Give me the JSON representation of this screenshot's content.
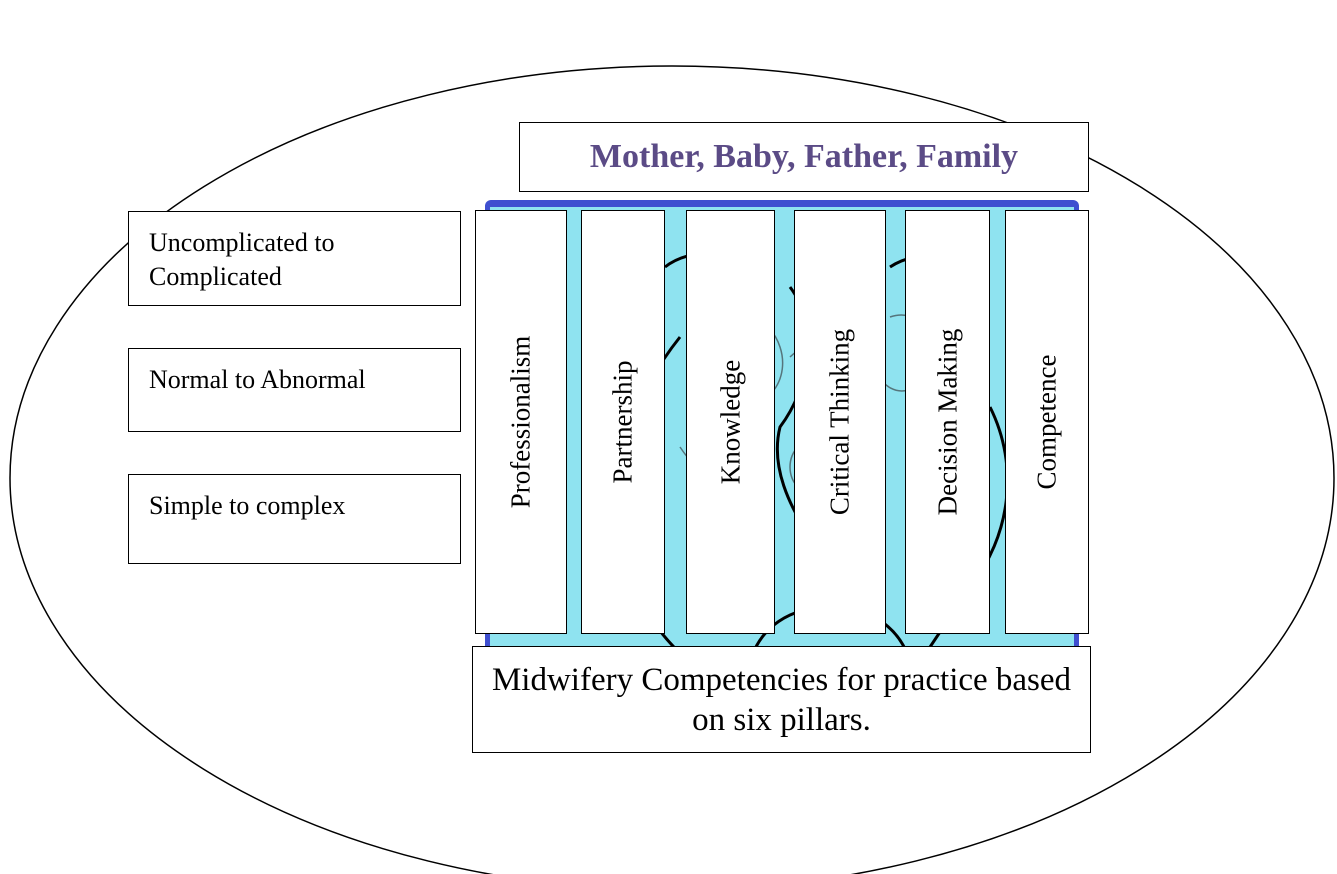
{
  "header": {
    "title": "Mother, Baby, Father, Family",
    "title_color": "#5b4b86"
  },
  "side_boxes": [
    {
      "label": "Uncomplicated to Complicated"
    },
    {
      "label": "Normal to Abnormal"
    },
    {
      "label": "Simple to complex"
    }
  ],
  "pillars": [
    {
      "label": "Professionalism"
    },
    {
      "label": "Partnership"
    },
    {
      "label": "Knowledge"
    },
    {
      "label": "Critical Thinking"
    },
    {
      "label": "Decision Making"
    },
    {
      "label": "Competence"
    }
  ],
  "footer": {
    "text": "Midwifery Competencies for practice based on six pillars."
  },
  "colors": {
    "frame_fill": "#8fe3f0",
    "frame_border": "#3f4fd0"
  }
}
